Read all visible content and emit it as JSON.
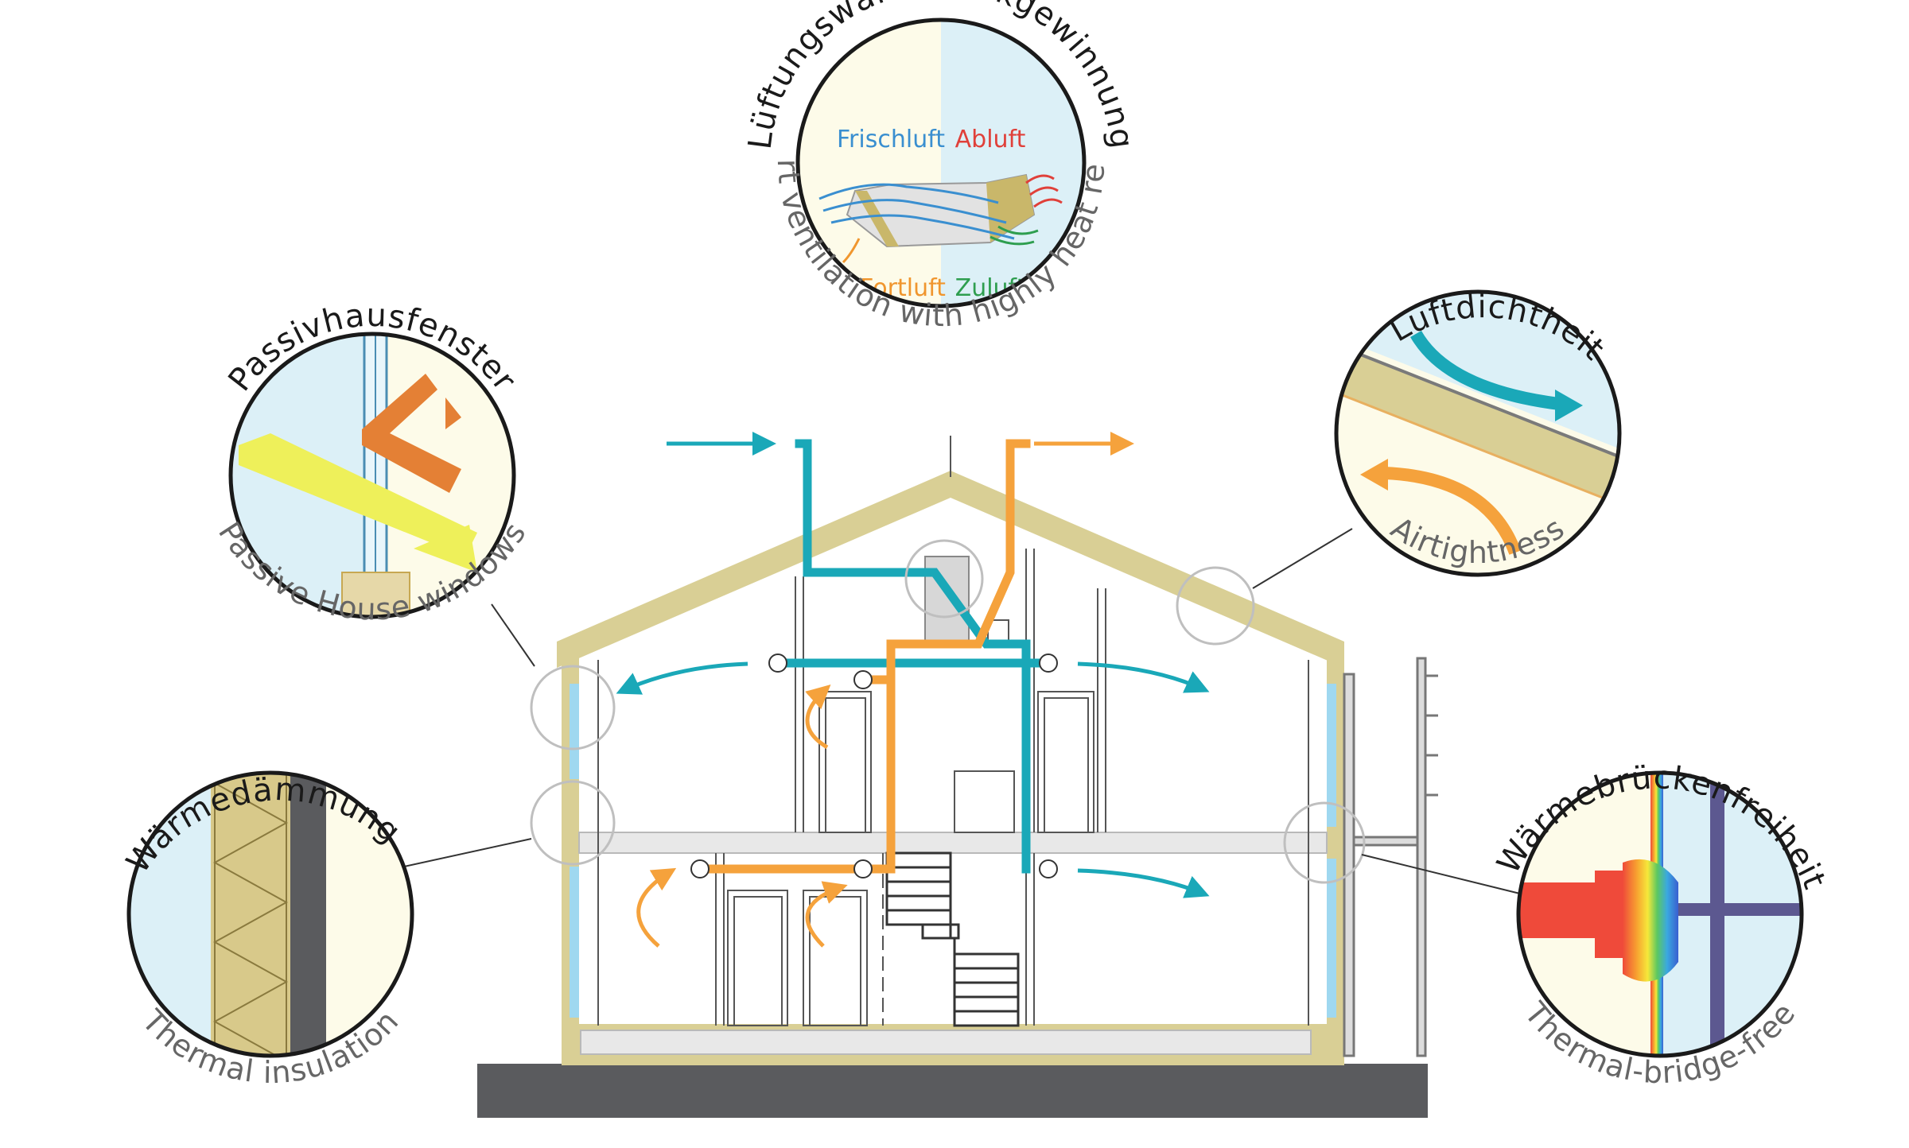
{
  "colors": {
    "supply_teal": "#1aa8b8",
    "exhaust_orange": "#f5a23c",
    "wall_tan": "#d9cf95",
    "pale_blue": "#dcf0f7",
    "cream": "#fdfbe9",
    "ground_gray": "#5a5b5e",
    "insulation_gold": "#d8c98a",
    "window_yellow": "#eef05a",
    "window_orange": "#e48035",
    "frischluft_blue": "#3a8fd0",
    "abluft_red": "#e0403a",
    "fortluft_orange": "#f0962e",
    "zuluft_green": "#2e9e4f",
    "hot_red": "#ef4a3a",
    "frame_purple": "#5c5890"
  },
  "ventilation": {
    "heading": "Lüftungswärmerückgewinnung",
    "subheading": "Comfort ventilation with highly heat recovery",
    "frischluft": "Frischluft",
    "abluft": "Abluft",
    "fortluft": "Fortluft",
    "zuluft": "Zuluft"
  },
  "windows": {
    "heading": "Passivhausfenster",
    "subheading": "Passive House windows"
  },
  "airtightness": {
    "heading": "Luftdichtheit",
    "subheading": "Airtightness"
  },
  "insulation": {
    "heading": "Wärmedämmung",
    "subheading": "Thermal insulation"
  },
  "thermal_bridge": {
    "heading": "Wärmebrückenfreiheit",
    "subheading": "Thermal-bridge-free"
  }
}
